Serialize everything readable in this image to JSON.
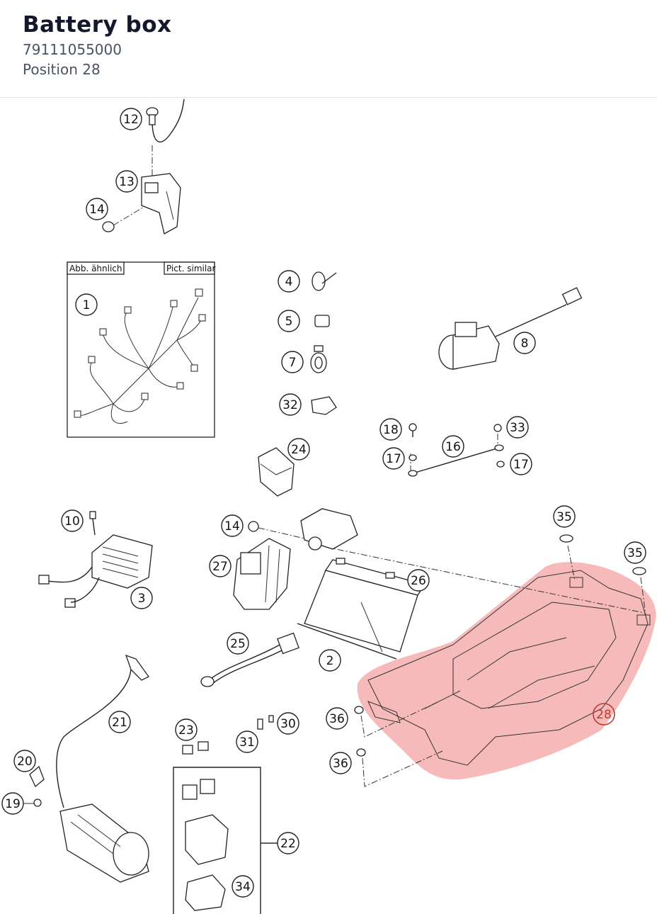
{
  "header": {
    "title": "Battery box",
    "part_number": "79111055000",
    "position": "Position 28"
  },
  "diagram": {
    "highlight_color": "#f4a3a3",
    "highlight_callout_color": "#c0392b",
    "inset_label_left": "Abb. ähnlich",
    "inset_label_right": "Pict. similar",
    "callouts": {
      "c12": "12",
      "c13": "13",
      "c14a": "14",
      "c1": "1",
      "c4": "4",
      "c5": "5",
      "c7": "7",
      "c32": "32",
      "c8": "8",
      "c18": "18",
      "c33": "33",
      "c16": "16",
      "c17a": "17",
      "c17b": "17",
      "c24": "24",
      "c10": "10",
      "c3": "3",
      "c14b": "14",
      "c27": "27",
      "c26": "26",
      "c35a": "35",
      "c35b": "35",
      "c25": "25",
      "c2": "2",
      "c28": "28",
      "c21": "21",
      "c36a": "36",
      "c36b": "36",
      "c23": "23",
      "c30": "30",
      "c31": "31",
      "c20": "20",
      "c19": "19",
      "c22": "22",
      "c34": "34"
    }
  }
}
